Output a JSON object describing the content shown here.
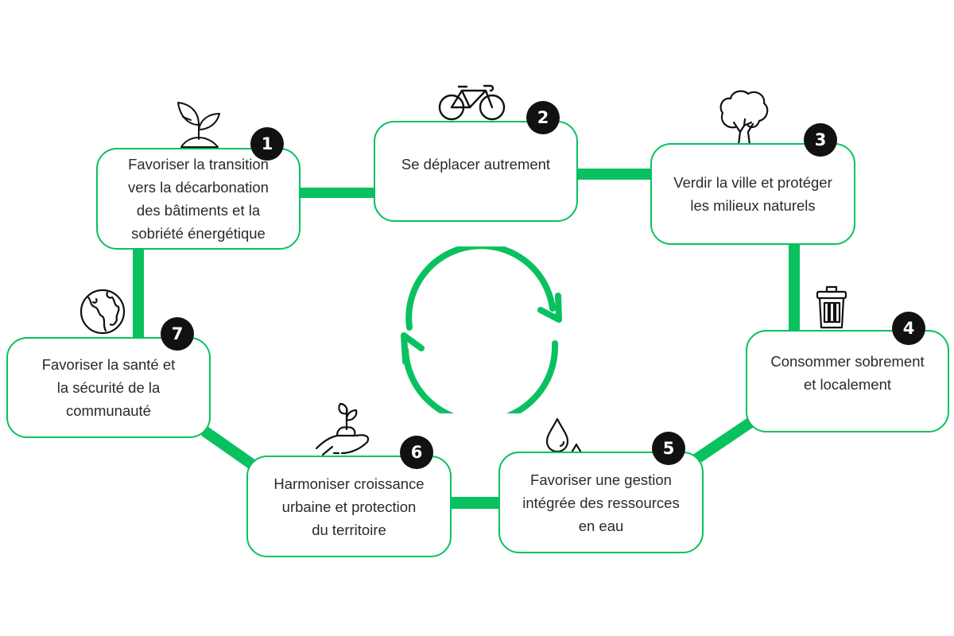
{
  "diagram": {
    "accent_color": "#09c15f",
    "badge_color": "#111111",
    "steps": [
      {
        "number": "1",
        "text": "Favoriser la transition\nvers la décarbonation\ndes bâtiments et la\nsobriété énergétique",
        "icon": "plant-sprout-icon"
      },
      {
        "number": "2",
        "text": "Se déplacer autrement",
        "icon": "bicycle-icon"
      },
      {
        "number": "3",
        "text": "Verdir la ville et protéger\nles milieux naturels",
        "icon": "tree-icon"
      },
      {
        "number": "4",
        "text": "Consommer sobrement\net localement",
        "icon": "trash-bin-icon"
      },
      {
        "number": "5",
        "text": "Favoriser une gestion\nintégrée des ressources\nen eau",
        "icon": "water-drops-icon"
      },
      {
        "number": "6",
        "text": "Harmoniser croissance\nurbaine et protection\ndu territoire",
        "icon": "hand-seedling-icon"
      },
      {
        "number": "7",
        "text": "Favoriser la santé et\nla sécurité de la\ncommunauté",
        "icon": "globe-icon"
      }
    ],
    "center_icon": "cycle-arrows-icon"
  }
}
